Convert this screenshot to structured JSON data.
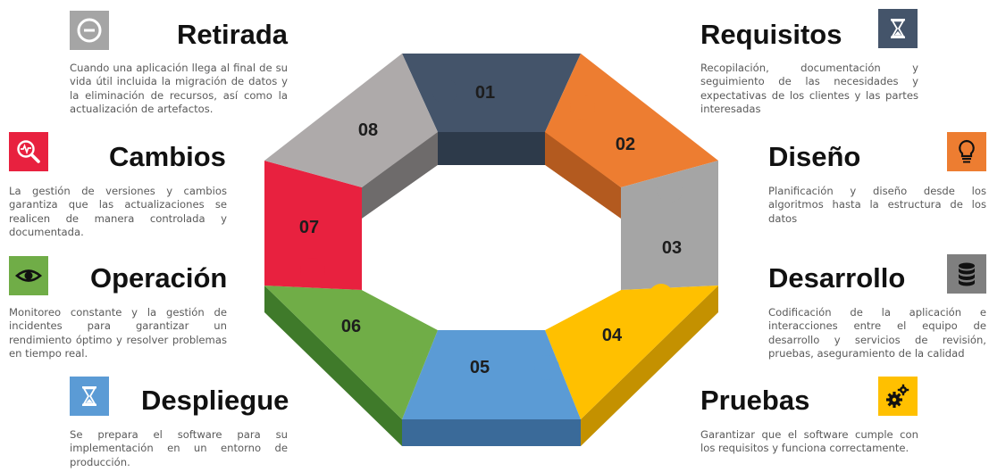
{
  "colors": {
    "s01": "#44546a",
    "s02": "#ed7d31",
    "s03": "#a5a5a5",
    "s04": "#ffc000",
    "s05": "#5b9bd5",
    "s06": "#70ad47",
    "s07": "#e8213f",
    "s08": "#aeaaaa"
  },
  "phases": {
    "retirada": {
      "title": "Retirada",
      "desc": "Cuando una aplicación llega al final de su vida útil incluida la migración de datos y la eliminación de recursos, así como la actualización de artefactos.",
      "icon": "minus-circle-icon",
      "icon_color": "#a5a5a5"
    },
    "cambios": {
      "title": "Cambios",
      "desc": "La gestión de versiones y cambios garantiza que las actualizaciones se realicen de manera controlada y documentada.",
      "icon": "magnifier-pulse-icon",
      "icon_color": "#e8213f"
    },
    "operacion": {
      "title": "Operación",
      "desc": "Monitoreo constante y la gestión de incidentes para garantizar un rendimiento óptimo y resolver problemas en tiempo real.",
      "icon": "eye-icon",
      "icon_color": "#70ad47"
    },
    "despliegue": {
      "title": "Despliegue",
      "desc": "Se prepara el software para su implementación en un entorno de producción.",
      "icon": "hourglass-icon",
      "icon_color": "#5b9bd5"
    },
    "requisitos": {
      "title": "Requisitos",
      "desc": "Recopilación, documentación y seguimiento de las necesidades y expectativas de los clientes y las partes interesadas",
      "icon": "hourglass-icon",
      "icon_color": "#44546a"
    },
    "diseno": {
      "title": "Diseño",
      "desc": "Planificación y diseño desde los algoritmos hasta la estructura de los datos",
      "icon": "lightbulb-icon",
      "icon_color": "#ed7d31"
    },
    "desarrollo": {
      "title": "Desarrollo",
      "desc": "Codificación de la aplicación e interacciones entre el equipo de desarrollo y servicios de revisión, pruebas, aseguramiento de la calidad",
      "icon": "database-icon",
      "icon_color": "#7f7f7f"
    },
    "pruebas": {
      "title": "Pruebas",
      "desc": "Garantizar que el software cumple con los requisitos y funciona correctamente.",
      "icon": "gears-icon",
      "icon_color": "#ffc000"
    }
  },
  "segments": [
    "01",
    "02",
    "03",
    "04",
    "05",
    "06",
    "07",
    "08"
  ]
}
